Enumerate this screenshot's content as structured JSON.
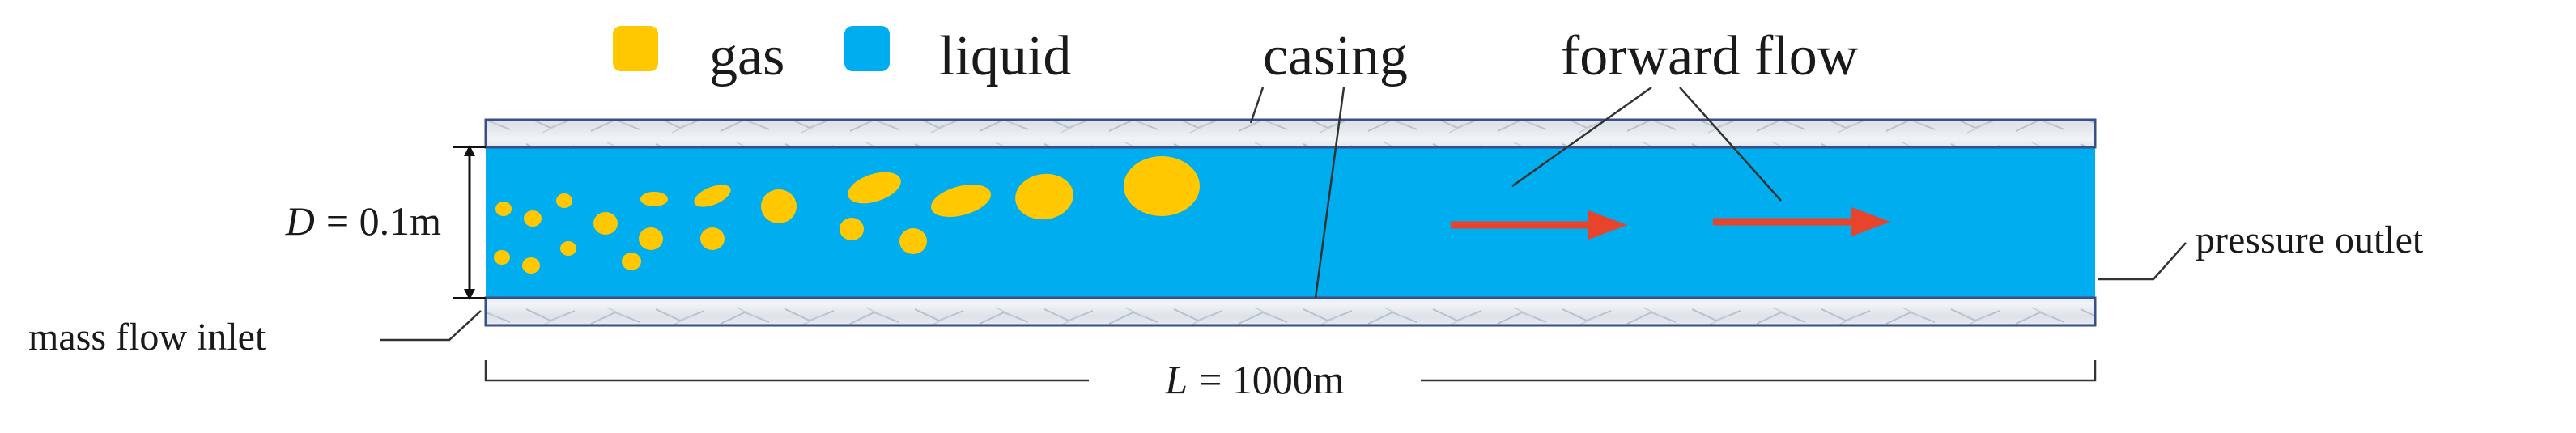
{
  "legend": [
    {
      "label": "gas",
      "color": "#FFC800"
    },
    {
      "label": "liquid",
      "color": "#00AEEF"
    }
  ],
  "labels": {
    "casing": "casing",
    "forward_flow": "forward flow",
    "pressure_outlet": "pressure outlet",
    "mass_flow_inlet": "mass flow inlet"
  },
  "dimensions": {
    "diameter": {
      "symbol": "D",
      "value": "= 0.1m"
    },
    "length": {
      "symbol": "L",
      "value": "= 1000m"
    }
  },
  "colors": {
    "gas": "#FFC800",
    "liquid": "#00AEEF",
    "flow_arrow": "#E8432B",
    "casing_fill": "#E6EBF0",
    "casing_border": "#3A4F8A",
    "line": "#333333"
  },
  "icons": [
    "gas-bubble",
    "flow-arrow"
  ]
}
